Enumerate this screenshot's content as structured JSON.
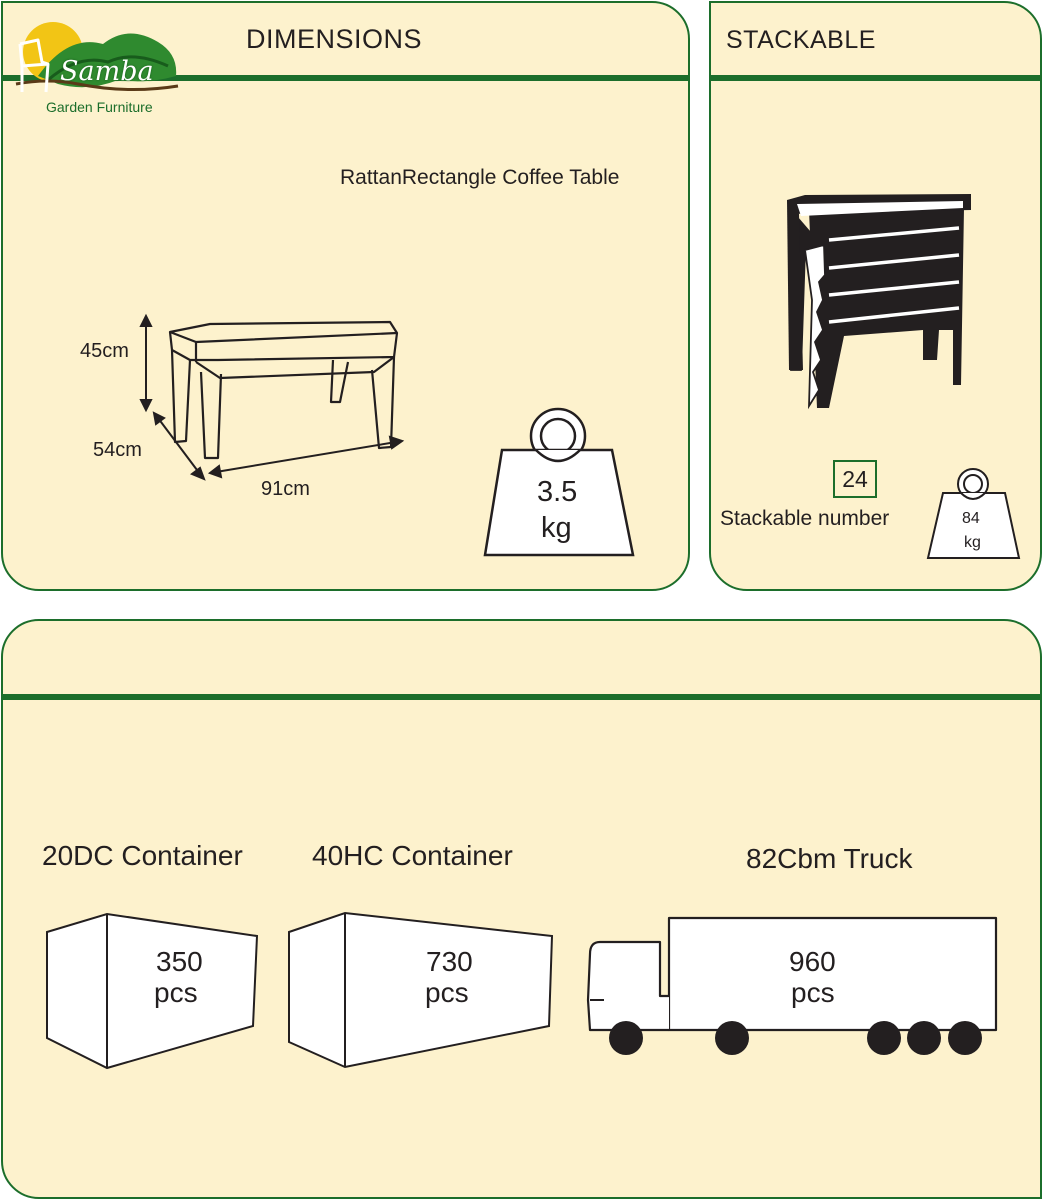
{
  "logo": {
    "brand": "Samba",
    "tagline": "Garden Furniture"
  },
  "dimensions": {
    "heading": "DIMENSIONS",
    "product_name": "RattanRectangle Coffee Table",
    "height": "45cm",
    "depth": "54cm",
    "width": "91cm",
    "weight_value": "3.5",
    "weight_unit": "kg"
  },
  "stackable": {
    "heading": "STACKABLE",
    "number": "24",
    "number_label": "Stackable number",
    "weight_value": "84",
    "weight_unit": "kg"
  },
  "loading": {
    "containers": [
      {
        "name": "20DC Container",
        "qty": "350",
        "unit": "pcs"
      },
      {
        "name": "40HC Container",
        "qty": "730",
        "unit": "pcs"
      },
      {
        "name": "82Cbm Truck",
        "qty": "960",
        "unit": "pcs"
      }
    ]
  },
  "colors": {
    "panel_bg": "#fdf2cd",
    "accent_green": "#1c6e2b",
    "ink": "#231f20"
  }
}
